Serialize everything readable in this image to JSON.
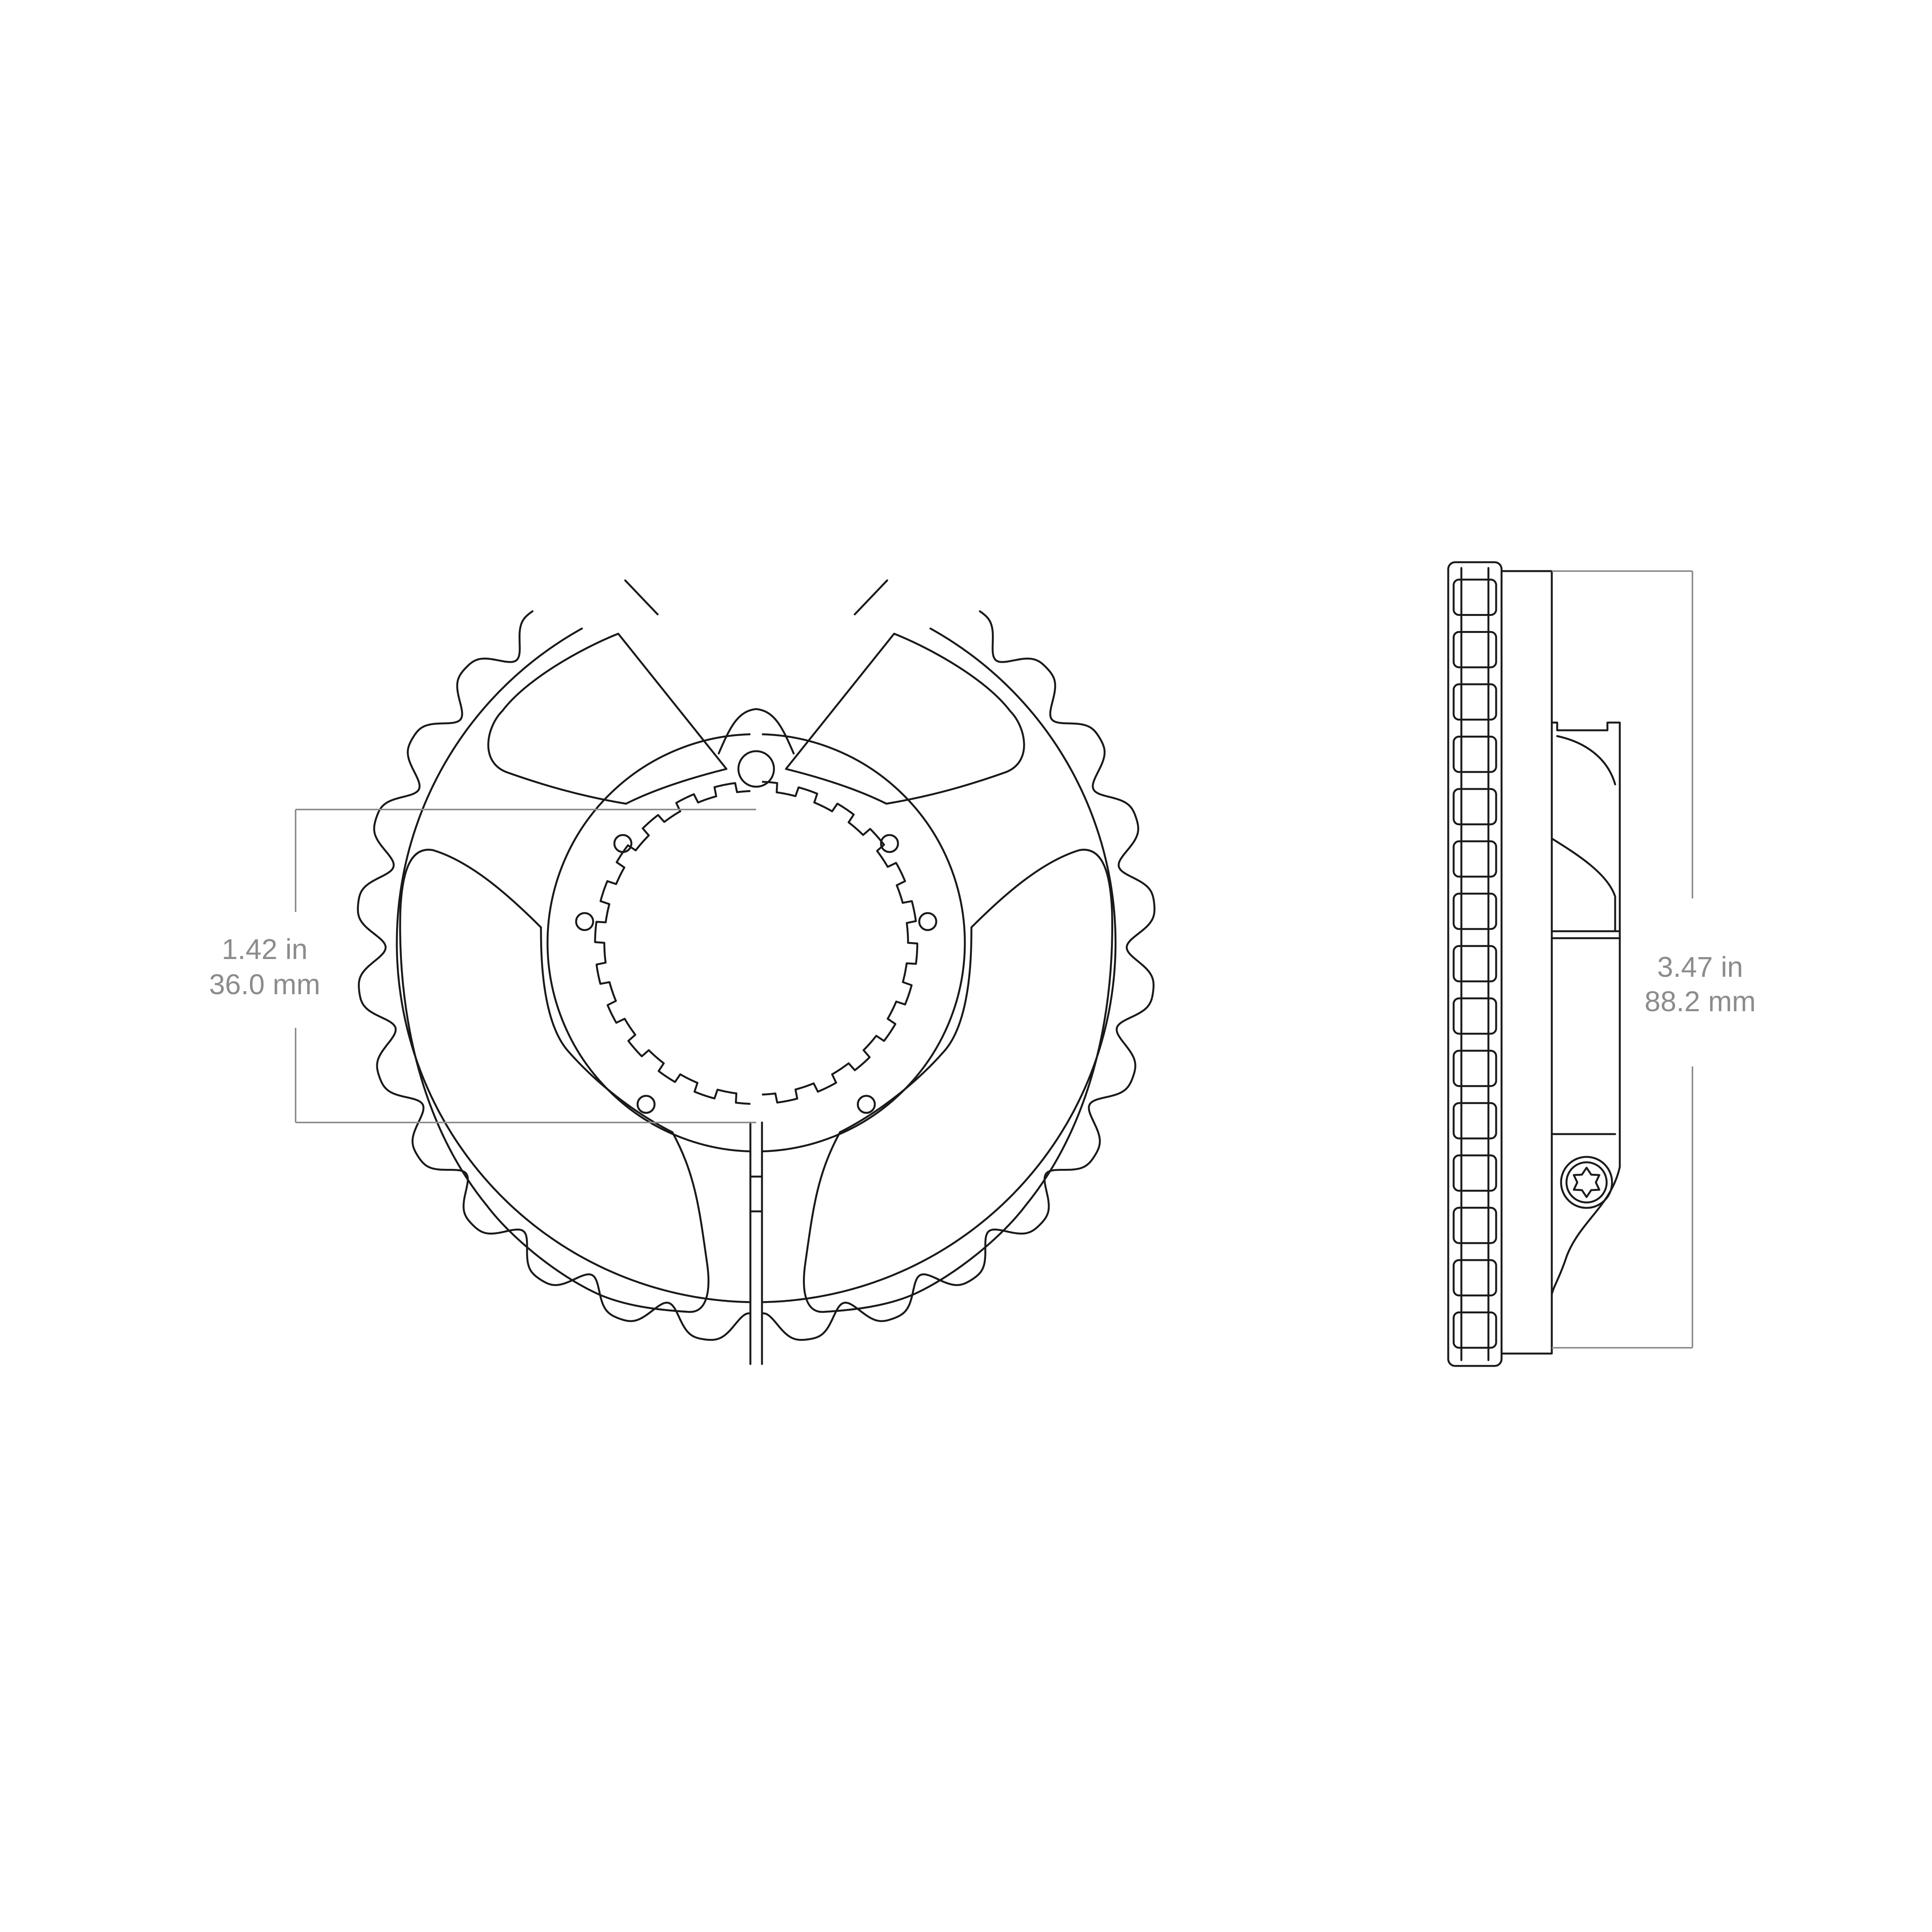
{
  "colors": {
    "background": "#ffffff",
    "line": "#1a1a1a",
    "dimension": "#8c8c8c"
  },
  "front_view": {
    "bore_dimension": {
      "imperial": "1.42 in",
      "metric": "36.0 mm"
    }
  },
  "side_view": {
    "height_dimension": {
      "imperial": "3.47 in",
      "metric": "88.2 mm"
    }
  }
}
